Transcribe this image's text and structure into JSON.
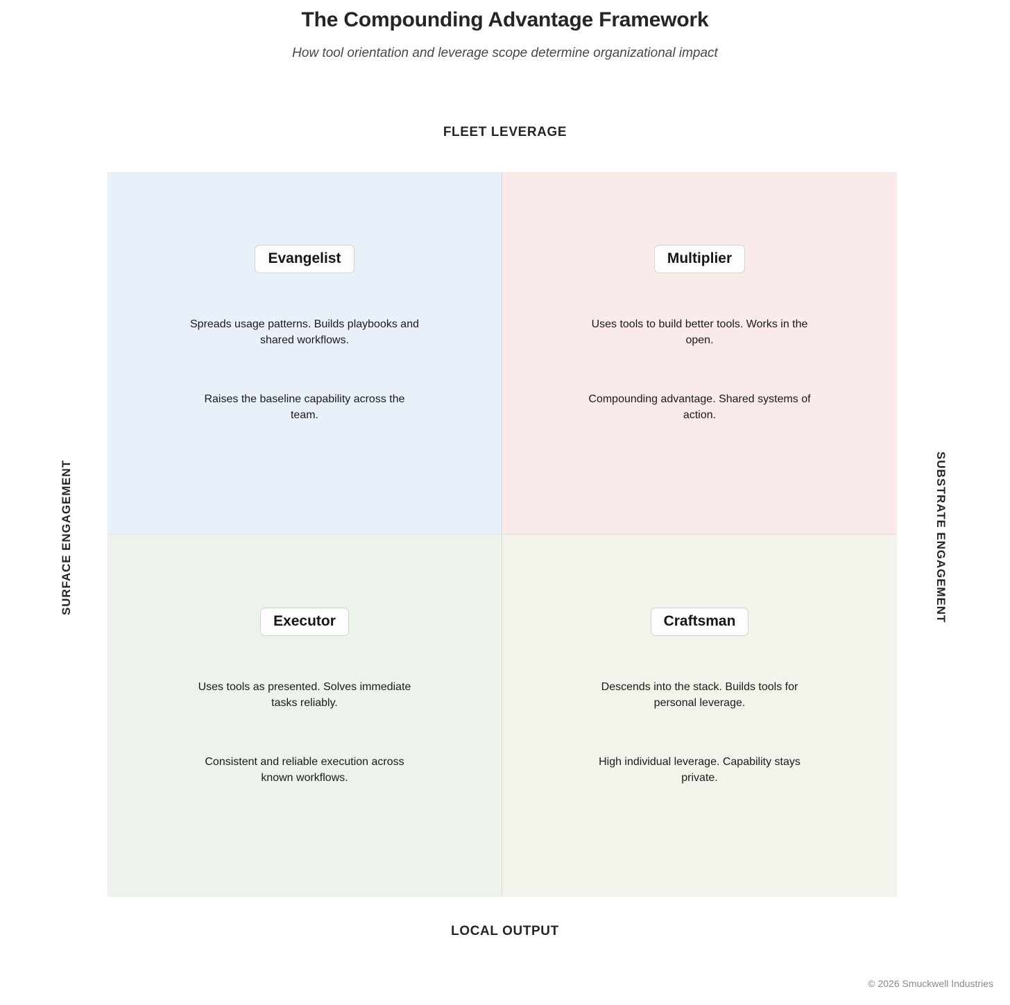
{
  "header": {
    "title": "The Compounding Advantage Framework",
    "subtitle": "How tool orientation and leverage scope determine organizational impact"
  },
  "axes": {
    "top": "FLEET LEVERAGE",
    "bottom": "LOCAL OUTPUT",
    "left": "SURFACE ENGAGEMENT",
    "right": "SUBSTRATE ENGAGEMENT"
  },
  "footer": {
    "copyright": "© 2026 Smuckwell Industries"
  },
  "chart_data": {
    "type": "table",
    "title": "The Compounding Advantage Framework",
    "subtitle": "How tool orientation and leverage scope determine organizational impact",
    "xlabel": "Local Output ↔ Substrate Engagement",
    "ylabel": "Surface Engagement ↔ Fleet Leverage",
    "x_axis_low": "LOCAL OUTPUT",
    "x_axis_high": "SUBSTRATE ENGAGEMENT",
    "y_axis_low": "SURFACE ENGAGEMENT",
    "y_axis_high": "FLEET LEVERAGE",
    "grid": true,
    "legend": "none",
    "quadrants": [
      {
        "position": "top-left",
        "label": "Evangelist",
        "description": "Spreads usage patterns. Builds playbooks and shared workflows.",
        "outcome": "Raises the baseline capability across the team.",
        "color": "#e9f0f9"
      },
      {
        "position": "top-right",
        "label": "Multiplier",
        "description": "Uses tools to build better tools. Works in the open.",
        "outcome": "Compounding advantage. Shared systems of action.",
        "color": "#faeaea"
      },
      {
        "position": "bottom-left",
        "label": "Executor",
        "description": "Uses tools as presented. Solves immediate tasks reliably.",
        "outcome": "Consistent and reliable execution across known workflows.",
        "color": "#ebf3eb"
      },
      {
        "position": "bottom-right",
        "label": "Craftsman",
        "description": "Descends into the stack. Builds tools for personal leverage.",
        "outcome": "High individual leverage. Capability stays private.",
        "color": "#f3f3ec"
      }
    ]
  }
}
